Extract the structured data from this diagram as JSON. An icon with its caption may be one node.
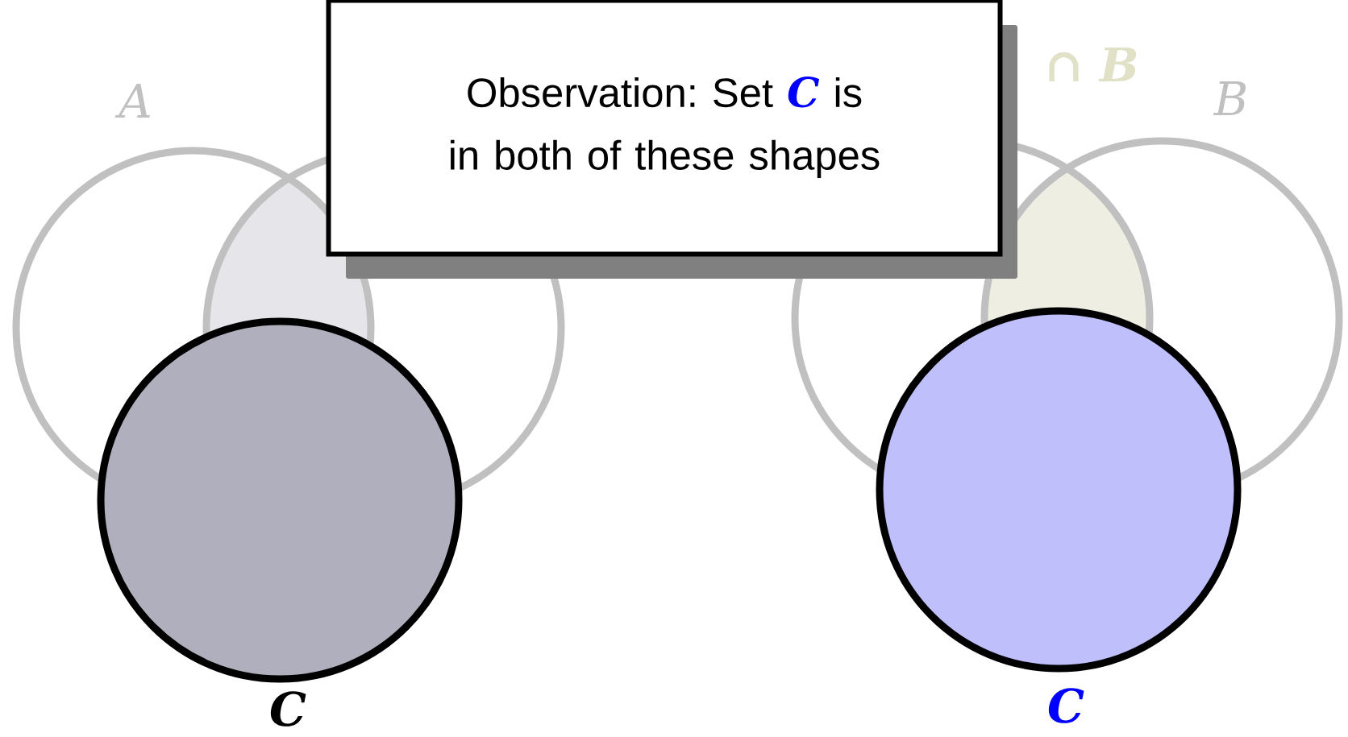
{
  "diagram": {
    "nodes": [
      {
        "text": [
          "Observation: Set",
          "C",
          "is in both of these shapes"
        ]
      },
      {
        "text": [],
        "shape": "circle",
        "beside": [
          "A"
        ]
      },
      {
        "text": [],
        "shape": "circle"
      },
      {
        "text": [],
        "shape": "circle",
        "beside": [
          "C"
        ]
      },
      {
        "text": [],
        "shape": "circle"
      },
      {
        "text": [],
        "shape": "circle",
        "beside": [
          "B"
        ]
      },
      {
        "text": [],
        "shape": "circle",
        "beside": [
          "C"
        ]
      }
    ],
    "labels": [
      "∩ B"
    ]
  }
}
